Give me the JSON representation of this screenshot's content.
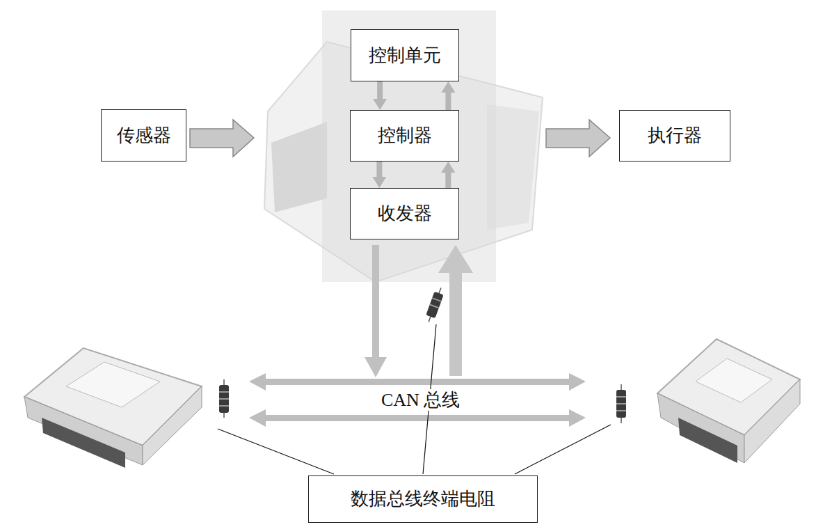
{
  "diagram": {
    "nodes": [
      {
        "text": [
          "控制单元"
        ]
      },
      {
        "text": [
          "传感器"
        ]
      },
      {
        "text": [
          "控制器"
        ]
      },
      {
        "text": [
          "执行器"
        ]
      },
      {
        "text": [
          "收发器"
        ]
      },
      {
        "text": [
          "数据总线终端电阻"
        ]
      }
    ],
    "edges": [
      {
        "from": 0,
        "to": 2,
        "arrow": "to"
      },
      {
        "from": 2,
        "to": 0,
        "arrow": "to"
      },
      {
        "from": 2,
        "to": 4,
        "arrow": "to"
      },
      {
        "from": 4,
        "to": 2,
        "arrow": "to"
      }
    ],
    "labels": [
      "CAN 总线"
    ]
  }
}
